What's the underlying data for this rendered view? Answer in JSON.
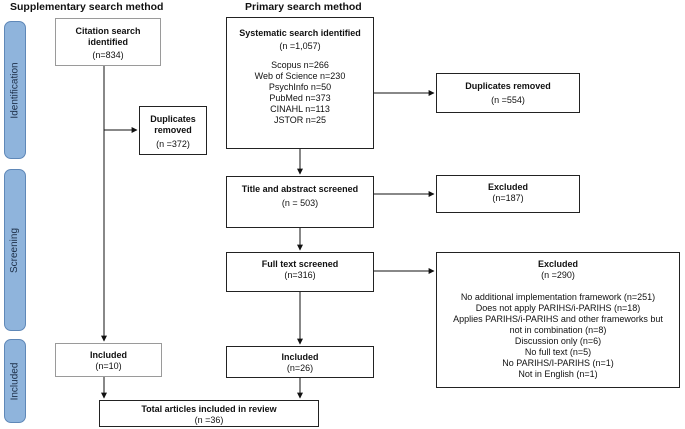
{
  "headers": {
    "supplementary": "Supplementary search method",
    "primary": "Primary search method"
  },
  "phases": {
    "identification": "Identification",
    "screening": "Screening",
    "included": "Included"
  },
  "boxes": {
    "citation": {
      "title": "Citation search identified",
      "count": "(n=834)"
    },
    "dup_left": {
      "title": "Duplicates removed",
      "count": "(n =372)"
    },
    "included_left": {
      "title": "Included",
      "count": "(n=10)"
    },
    "systematic": {
      "title": "Systematic search identified",
      "count": "(n =1,057)",
      "sources": [
        "Scopus n=266",
        "Web of Science n=230",
        "PsychInfo n=50",
        "PubMed n=373",
        "CINAHL n=113",
        "JSTOR n=25"
      ]
    },
    "dup_right": {
      "title": "Duplicates removed",
      "count": "(n =554)"
    },
    "title_abstract": {
      "title": "Title and abstract screened",
      "count": "(n = 503)"
    },
    "excluded1": {
      "title": "Excluded",
      "count": "(n=187)"
    },
    "full_text": {
      "title": "Full text screened",
      "count": "(n=316)"
    },
    "excluded2": {
      "title": "Excluded",
      "count": "(n =290)",
      "reasons": [
        "No additional implementation framework (n=251)",
        "Does not apply PARIHS/i-PARIHS (n=18)",
        "Applies PARIHS/i-PARIHS and other frameworks but",
        "not in combination (n=8)",
        "Discussion only (n=6)",
        "No full text (n=5)",
        "No PARIHS/I-PARIHS (n=1)",
        "Not in English (n=1)"
      ]
    },
    "included_right": {
      "title": "Included",
      "count": "(n=26)"
    },
    "total": {
      "title": "Total articles included in review",
      "count": "(n =36)"
    }
  }
}
